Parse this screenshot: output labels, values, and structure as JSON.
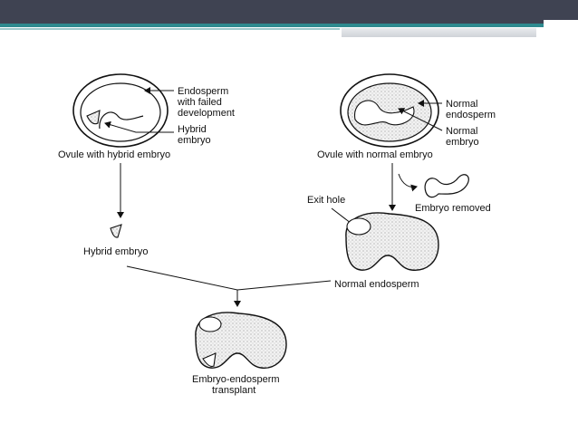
{
  "colors": {
    "header_bar": "#3f4352",
    "accent_teal": "#2e8a8f",
    "stipple": "#d9d9d9",
    "ink": "#111111"
  },
  "left_ovule": {
    "label_endosperm_1": "Endosperm",
    "label_endosperm_2": "with failed",
    "label_endosperm_3": "development",
    "label_embryo_1": "Hybrid",
    "label_embryo_2": "embryo",
    "caption": "Ovule with hybrid embryo"
  },
  "right_ovule": {
    "label_endosperm_1": "Normal",
    "label_endosperm_2": "endosperm",
    "label_embryo_1": "Normal",
    "label_embryo_2": "embryo",
    "caption": "Ovule with normal embryo"
  },
  "steps": {
    "hybrid_embryo": "Hybrid embryo",
    "exit_hole": "Exit hole",
    "embryo_removed": "Embryo removed",
    "normal_endosperm": "Normal endosperm",
    "transplant_1": "Embryo-endosperm",
    "transplant_2": "transplant"
  }
}
